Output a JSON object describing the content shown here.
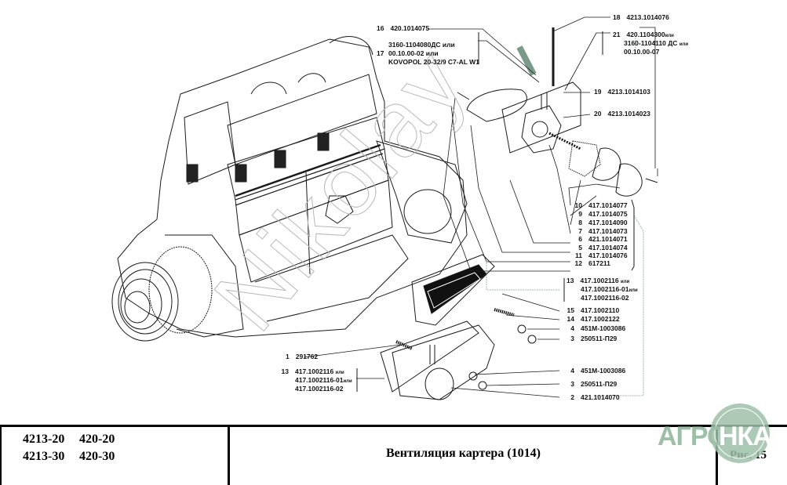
{
  "watermark": "Nikolay",
  "logo": {
    "text": "АГРОНКА",
    "color": "#9dbfa8"
  },
  "colors": {
    "line": "#1a1a1a",
    "leader_dotted": "#7aa88a",
    "watermark": "#b8b8b8"
  },
  "callouts": [
    {
      "num": "16",
      "part": "420.1014075"
    },
    {
      "num": "17",
      "part_lines": [
        "3160-1104080ДС или",
        "00.10.00-02 или",
        "KOVOPOL 20-32/9 C7-AL W1"
      ]
    },
    {
      "num": "18",
      "part": "4213.1014076"
    },
    {
      "num": "21",
      "part_lines": [
        "420.1104300",
        "3160-1104110 ДС",
        "00.10.00-07"
      ],
      "suffixes": [
        "или",
        "или",
        ""
      ]
    },
    {
      "num": "19",
      "part": "4213.1014103"
    },
    {
      "num": "20",
      "part": "4213.1014023"
    },
    {
      "num": "10",
      "part": "417.1014077"
    },
    {
      "num": "9",
      "part": "417.1014075"
    },
    {
      "num": "8",
      "part": "417.1014090"
    },
    {
      "num": "7",
      "part": "417.1014073"
    },
    {
      "num": "6",
      "part": "421.1014071"
    },
    {
      "num": "5",
      "part": "417.1014074"
    },
    {
      "num": "11",
      "part": "417.1014076"
    },
    {
      "num": "12",
      "part": "617211"
    },
    {
      "num": "13",
      "part_lines": [
        "417.1002116",
        "417.1002116-01",
        "417.1002116-02"
      ],
      "suffixes": [
        "или",
        "или",
        ""
      ]
    },
    {
      "num": "15",
      "part": "417.1002110"
    },
    {
      "num": "14",
      "part": "417.1002122"
    },
    {
      "num": "4",
      "part": "451M-1003086"
    },
    {
      "num": "3",
      "part": "250511-П29"
    },
    {
      "num": "1",
      "part": "291762"
    },
    {
      "num": "13",
      "part_lines": [
        "417.1002116",
        "417.1002116-01",
        "417.1002116-02"
      ],
      "suffixes": [
        "или",
        "или",
        ""
      ]
    },
    {
      "num": "4",
      "part": "451M-1003086"
    },
    {
      "num": "3",
      "part": "250511-П29"
    },
    {
      "num": "2",
      "part": "421.1014070"
    }
  ],
  "title_block": {
    "models": [
      [
        "4213-20",
        "420-20"
      ],
      [
        "4213-30",
        "420-30"
      ]
    ],
    "title": "Вентиляция картера (1014)",
    "figure": "Рис. 15"
  }
}
